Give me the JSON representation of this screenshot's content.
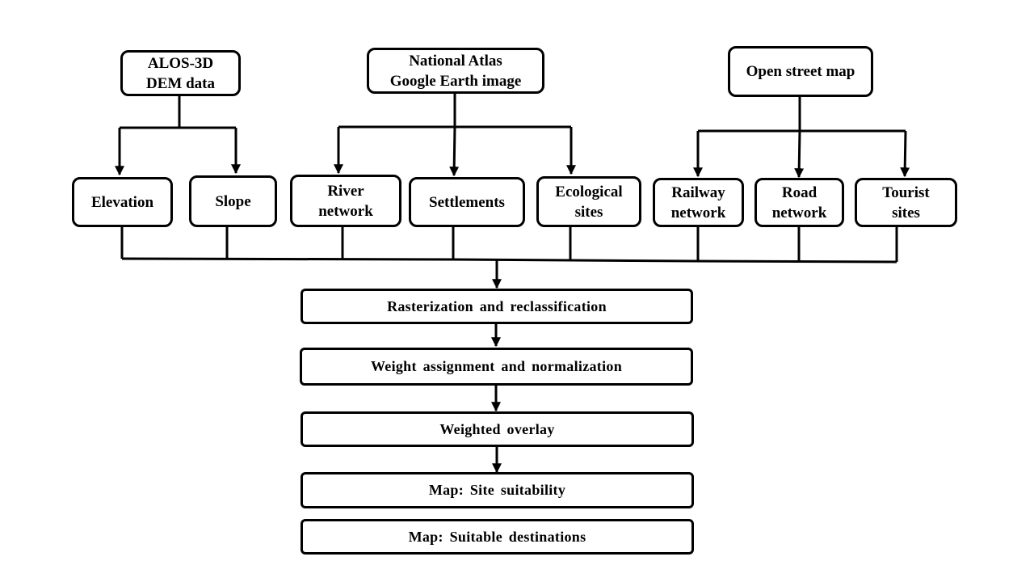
{
  "sources": {
    "alos": "ALOS-3D\nDEM data",
    "atlas": "National Atlas\nGoogle Earth image",
    "osm": "Open street map"
  },
  "layers": {
    "elevation": "Elevation",
    "slope": "Slope",
    "river": "River\nnetwork",
    "settlements": "Settlements",
    "ecological": "Ecological\nsites",
    "railway": "Railway\nnetwork",
    "road": "Road\nnetwork",
    "tourist": "Tourist\nsites"
  },
  "steps": {
    "rasterization": "Rasterization  and reclassification",
    "weighting": "Weight  assignment  and  normalization",
    "overlay": "Weighted  overlay",
    "suitability": "Map:  Site suitability",
    "destinations": "Map:  Suitable  destinations"
  }
}
